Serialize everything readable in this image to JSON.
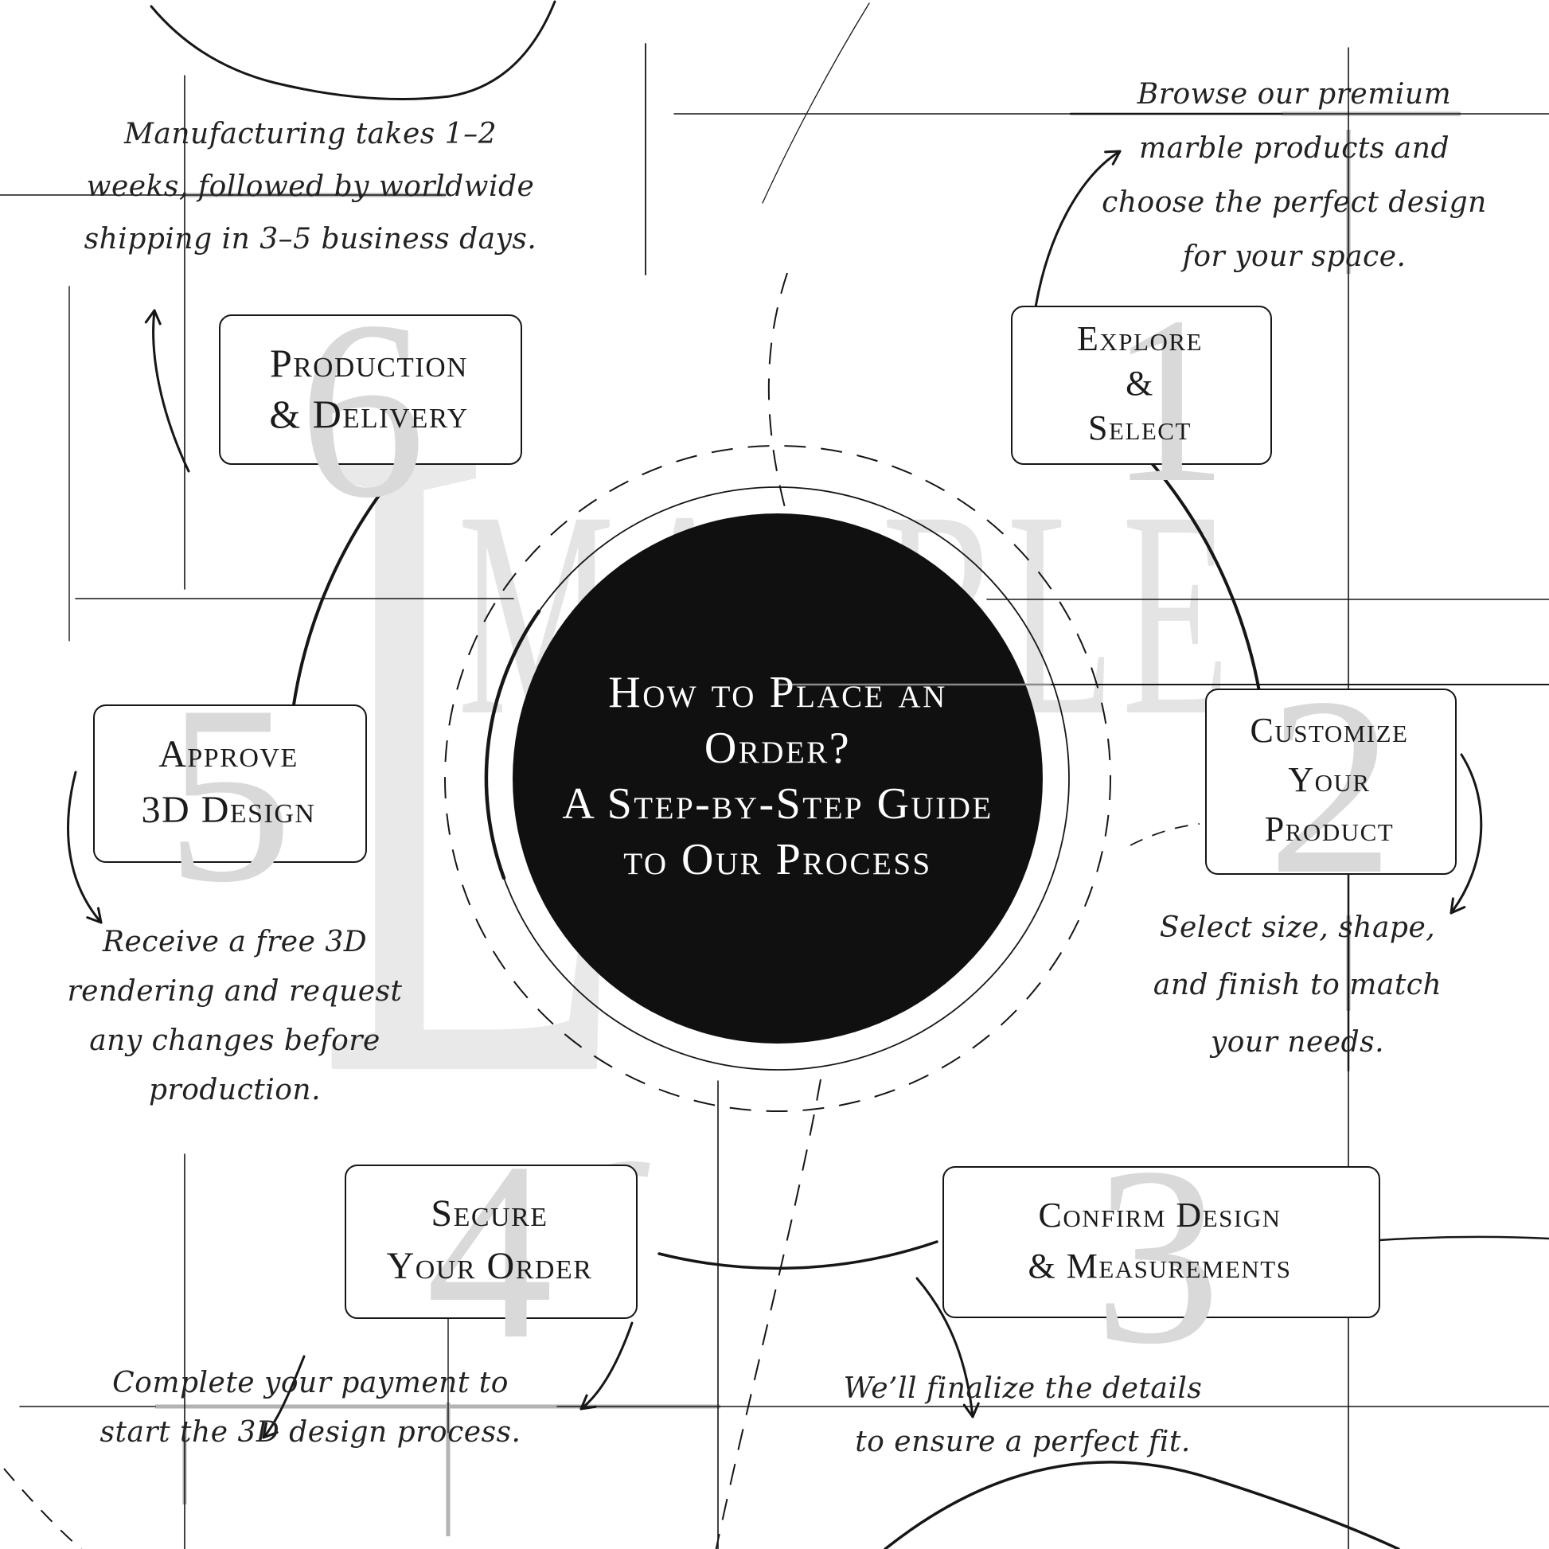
{
  "watermark": {
    "letter": "L",
    "brand": "MARBLE"
  },
  "center": {
    "title": "How to Place an\nOrder?\nA Step-by-Step Guide\nto Our Process"
  },
  "steps": [
    {
      "number": "1",
      "label": "Explore\n&\nSelect",
      "description": "Browse our premium\nmarble products and\nchoose the perfect design\nfor your space."
    },
    {
      "number": "2",
      "label": "Customize\nYour\nProduct",
      "description": "Select size, shape,\nand finish to match\nyour needs."
    },
    {
      "number": "3",
      "label": "Confirm Design\n& Measurements",
      "description": "We’ll finalize the details\nto ensure a perfect fit."
    },
    {
      "number": "4",
      "label": "Secure\nYour Order",
      "description": "Complete your payment to\nstart the 3D design process."
    },
    {
      "number": "5",
      "label": "Approve\n3D Design",
      "description": "Receive a free 3D\nrendering and request\nany changes before\nproduction."
    },
    {
      "number": "6",
      "label": "Production\n& Delivery",
      "description": "Manufacturing takes 1–2\nweeks, followed by worldwide\nshipping in 3–5 business days."
    }
  ],
  "colors": {
    "paper": "#ffffff",
    "ink": "#161616",
    "center_circle": "#101010",
    "center_text": "#ffffff",
    "watermark_gray": "#e4e4e4",
    "step_number_gray": "#d9d9d9",
    "grid_gray": "#b3b3b3"
  }
}
